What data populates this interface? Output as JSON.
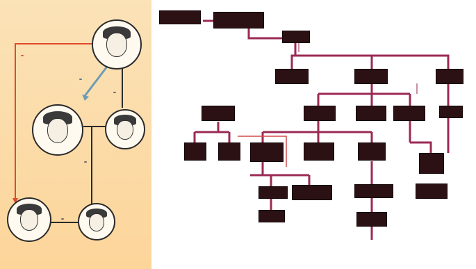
{
  "left_panel": {
    "badge_top_red": "",
    "badge_blue": "",
    "badge_dark_top": "",
    "badge_dark_mid": "",
    "badge_bottom": "",
    "names": [
      "",
      "",
      "",
      "",
      ""
    ]
  },
  "tree": {
    "nodes": [
      {
        "id": "n1",
        "text": ""
      },
      {
        "id": "n2",
        "text": ""
      },
      {
        "id": "n3",
        "text": ""
      },
      {
        "id": "n4",
        "text": ""
      },
      {
        "id": "n5",
        "text": ""
      },
      {
        "id": "n6",
        "text": ""
      },
      {
        "id": "n7",
        "text": ""
      },
      {
        "id": "n8",
        "text": ""
      },
      {
        "id": "n9",
        "text": ""
      },
      {
        "id": "n10",
        "text": ""
      },
      {
        "id": "n11",
        "text": ""
      },
      {
        "id": "n12",
        "text": ""
      },
      {
        "id": "n13",
        "text": ""
      },
      {
        "id": "n14",
        "text": ""
      },
      {
        "id": "n15",
        "text": ""
      },
      {
        "id": "n16",
        "text": ""
      },
      {
        "id": "n17",
        "text": ""
      },
      {
        "id": "n18",
        "text": ""
      },
      {
        "id": "n19",
        "text": ""
      },
      {
        "id": "n20",
        "text": ""
      },
      {
        "id": "n21",
        "text": ""
      },
      {
        "id": "n22",
        "text": ""
      },
      {
        "id": "n23",
        "text": ""
      }
    ],
    "notes": [
      "",
      "",
      "",
      "",
      "",
      "",
      "",
      "",
      ""
    ]
  },
  "colors": {
    "connector": "#9b2a55",
    "node_fill": "#2b1114",
    "panel_gradient_top": "#fbe2b7",
    "panel_gradient_bottom": "#fcd59a",
    "red_arrow": "#e14a2b",
    "blue_arrow": "#6f9bb6"
  }
}
